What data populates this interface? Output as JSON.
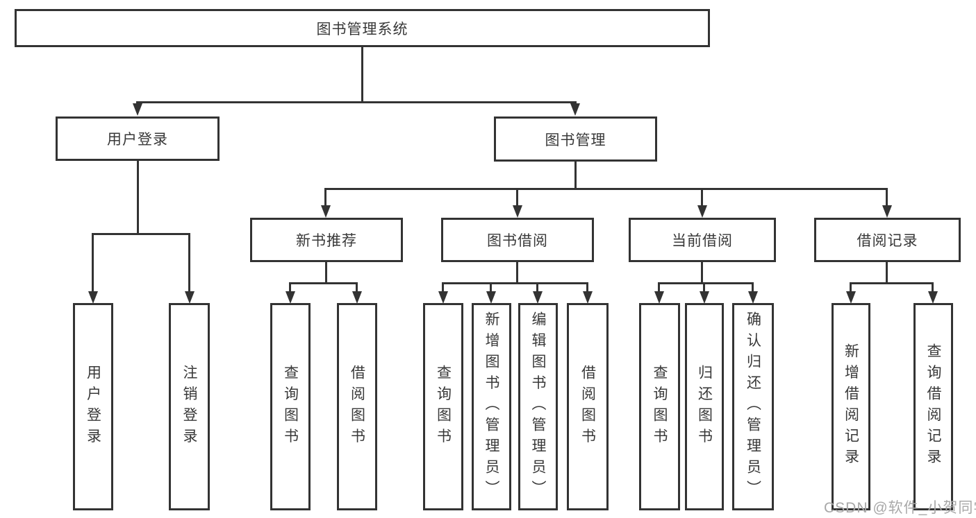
{
  "diagram_type": "hierarchy-tree",
  "tree": {
    "root": {
      "label": "图书管理系统"
    },
    "branches": [
      {
        "label": "用户登录",
        "children": [
          {
            "label": "用户登录"
          },
          {
            "label": "注销登录"
          }
        ]
      },
      {
        "label": "图书管理",
        "groups": [
          {
            "label": "新书推荐",
            "children": [
              {
                "label": "查询图书"
              },
              {
                "label": "借阅图书"
              }
            ]
          },
          {
            "label": "图书借阅",
            "children": [
              {
                "label": "查询图书"
              },
              {
                "label": "新增图书（管理员）"
              },
              {
                "label": "编辑图书（管理员）"
              },
              {
                "label": "借阅图书"
              }
            ]
          },
          {
            "label": "当前借阅",
            "children": [
              {
                "label": "查询图书"
              },
              {
                "label": "归还图书"
              },
              {
                "label": "确认归还（管理员）"
              }
            ]
          },
          {
            "label": "借阅记录",
            "children": [
              {
                "label": "新增借阅记录"
              },
              {
                "label": "查询借阅记录"
              }
            ]
          }
        ]
      }
    ]
  },
  "watermark": "CSDN @软件_小贺同学",
  "colors": {
    "line": "#333333",
    "box_background": "#ffffff",
    "text": "#383838",
    "watermark": "#a8a8a8",
    "page_background": "#ffffff"
  }
}
